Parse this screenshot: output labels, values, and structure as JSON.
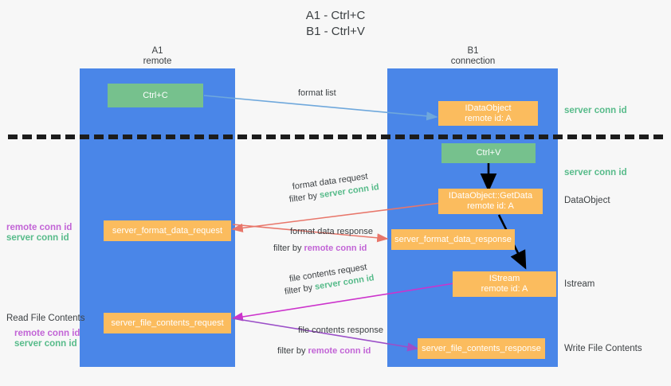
{
  "title": {
    "line1": "A1 - Ctrl+C",
    "line2": "B1 - Ctrl+V"
  },
  "colors": {
    "lane": "#4a86e8",
    "green_node": "#76c18d",
    "orange_node": "#fbbc5e",
    "server_conn_id": "#57bb8a",
    "remote_conn_id": "#c264d6",
    "divider": "#1c1c1c",
    "arrow_blue": "#6fa8dc",
    "arrow_red": "#e8766a",
    "arrow_magenta": "#cc33cc",
    "arrow_purple": "#9b4fc8",
    "arrow_black": "#000000",
    "background": "#f7f7f7"
  },
  "columns": [
    {
      "name": "A1",
      "role": "remote"
    },
    {
      "name": "B1",
      "role": "connection"
    }
  ],
  "nodes": {
    "ctrl_c": {
      "label": "Ctrl+C"
    },
    "ctrl_v": {
      "label": "Ctrl+V"
    },
    "idataobject_top": {
      "line1": "IDataObject",
      "line2": "remote id: A"
    },
    "idataobject_getdata": {
      "line1": "IDataObject::GetData",
      "line2": "remote id: A"
    },
    "istream": {
      "line1": "IStream",
      "line2": "remote id: A"
    },
    "server_format_data_request": {
      "label": "server_format_data_request"
    },
    "server_format_data_response": {
      "label": "server_format_data_response"
    },
    "server_file_contents_request": {
      "label": "server_file_contents_request"
    },
    "server_file_contents_response": {
      "label": "server_file_contents_response"
    }
  },
  "edge_labels": {
    "format_list": "format list",
    "format_data_request": "format data request",
    "format_data_response": "format data response",
    "file_contents_request": "file contents request",
    "file_contents_response": "file contents response",
    "filter_by": "filter by",
    "server_conn_id": "server conn id",
    "remote_conn_id": "remote conn id"
  },
  "right_labels": {
    "server_conn_id_1": "server conn id",
    "server_conn_id_2": "server conn id",
    "dataobject": "DataObject",
    "istream": "Istream",
    "write_file_contents": "Write File Contents"
  },
  "left_labels": {
    "remote_conn_id_1": "remote conn id",
    "server_conn_id_1": "server conn id",
    "read_file_contents": "Read File Contents",
    "remote_conn_id_2": "remote conn id",
    "server_conn_id_2": "server conn id"
  }
}
